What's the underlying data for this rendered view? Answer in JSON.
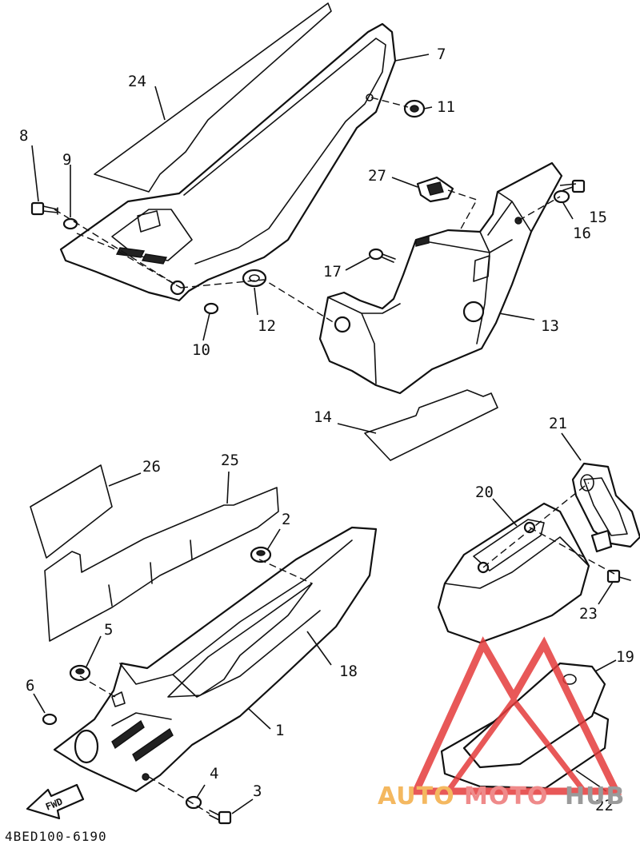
{
  "diagram_code": "4BED100-6190",
  "fwd_label": "FWD",
  "watermark": {
    "auto": "AUTO",
    "moto": "MOTO",
    "hub": "HUB",
    "auto_color": "#f4b860",
    "moto_color": "#ef8a8a",
    "hub_color": "#9a9a9a",
    "logo_color": "#e43b3b"
  },
  "callouts": {
    "n1": "1",
    "n2": "2",
    "n3": "3",
    "n4": "4",
    "n5": "5",
    "n6": "6",
    "n7": "7",
    "n8": "8",
    "n9": "9",
    "n10": "10",
    "n11": "11",
    "n12": "12",
    "n13": "13",
    "n14": "14",
    "n15": "15",
    "n16": "16",
    "n17": "17",
    "n18": "18",
    "n19": "19",
    "n20": "20",
    "n21": "21",
    "n22": "22",
    "n23": "23",
    "n24": "24",
    "n25": "25",
    "n26": "26",
    "n27": "27"
  }
}
